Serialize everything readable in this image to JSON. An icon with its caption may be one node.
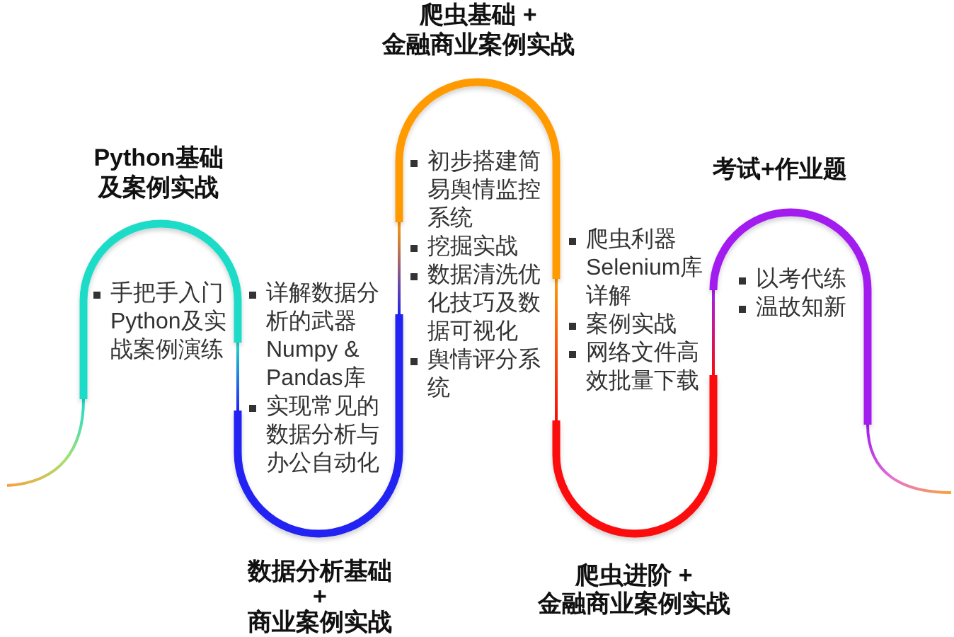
{
  "diagram": {
    "nodes": [
      {
        "text": [
          "Python基础及案例实战",
          "手把手入门Python及实战案例演练"
        ]
      },
      {
        "text": [
          "详解数据分析的武器Numpy & Pandas库",
          "实现常见的数据分析与办公自动化",
          "数据分析基础 + 商业案例实战"
        ]
      },
      {
        "text": [
          "爬虫基础 + 金融商业案例实战",
          "初步搭建简易舆情监控系统",
          "挖掘实战",
          "数据清洗优化技巧及数据可视化",
          "舆情评分系统"
        ]
      },
      {
        "text": [
          "爬虫利器Selenium库详解",
          "案例实战",
          "网络文件高效批量下载",
          "爬虫进阶 + 金融商业案例实战"
        ]
      },
      {
        "text": [
          "考试+作业题",
          "以考代练",
          "温故知新"
        ]
      }
    ],
    "edges": [
      {
        "from": null,
        "to": 0,
        "arrow": "none"
      },
      {
        "from": 0,
        "to": 1,
        "arrow": "none"
      },
      {
        "from": 1,
        "to": 2,
        "arrow": "none"
      },
      {
        "from": 2,
        "to": 3,
        "arrow": "none"
      },
      {
        "from": 3,
        "to": 4,
        "arrow": "none"
      },
      {
        "from": 4,
        "to": null,
        "arrow": "none"
      }
    ]
  }
}
